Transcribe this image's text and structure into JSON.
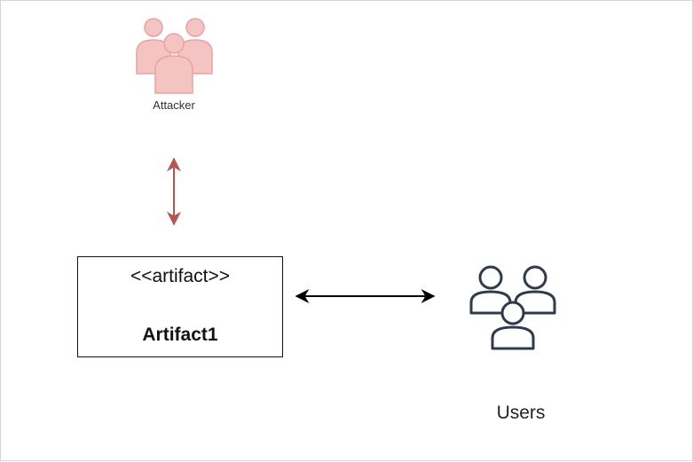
{
  "diagram": {
    "nodes": {
      "attacker": {
        "label": "Attacker",
        "icon": "group-users-icon",
        "color": "#f3c4c2",
        "stroke": "#e9a3a0"
      },
      "artifact": {
        "stereotype": "<<artifact>>",
        "name": "Artifact1"
      },
      "users": {
        "label": "Users",
        "icon": "users-outline-icon",
        "color": "#2f3b4c"
      }
    },
    "edges": [
      {
        "from": "attacker",
        "to": "artifact",
        "style": "bidirectional",
        "color": "#b85450"
      },
      {
        "from": "artifact",
        "to": "users",
        "style": "bidirectional",
        "color": "#000000"
      }
    ]
  }
}
